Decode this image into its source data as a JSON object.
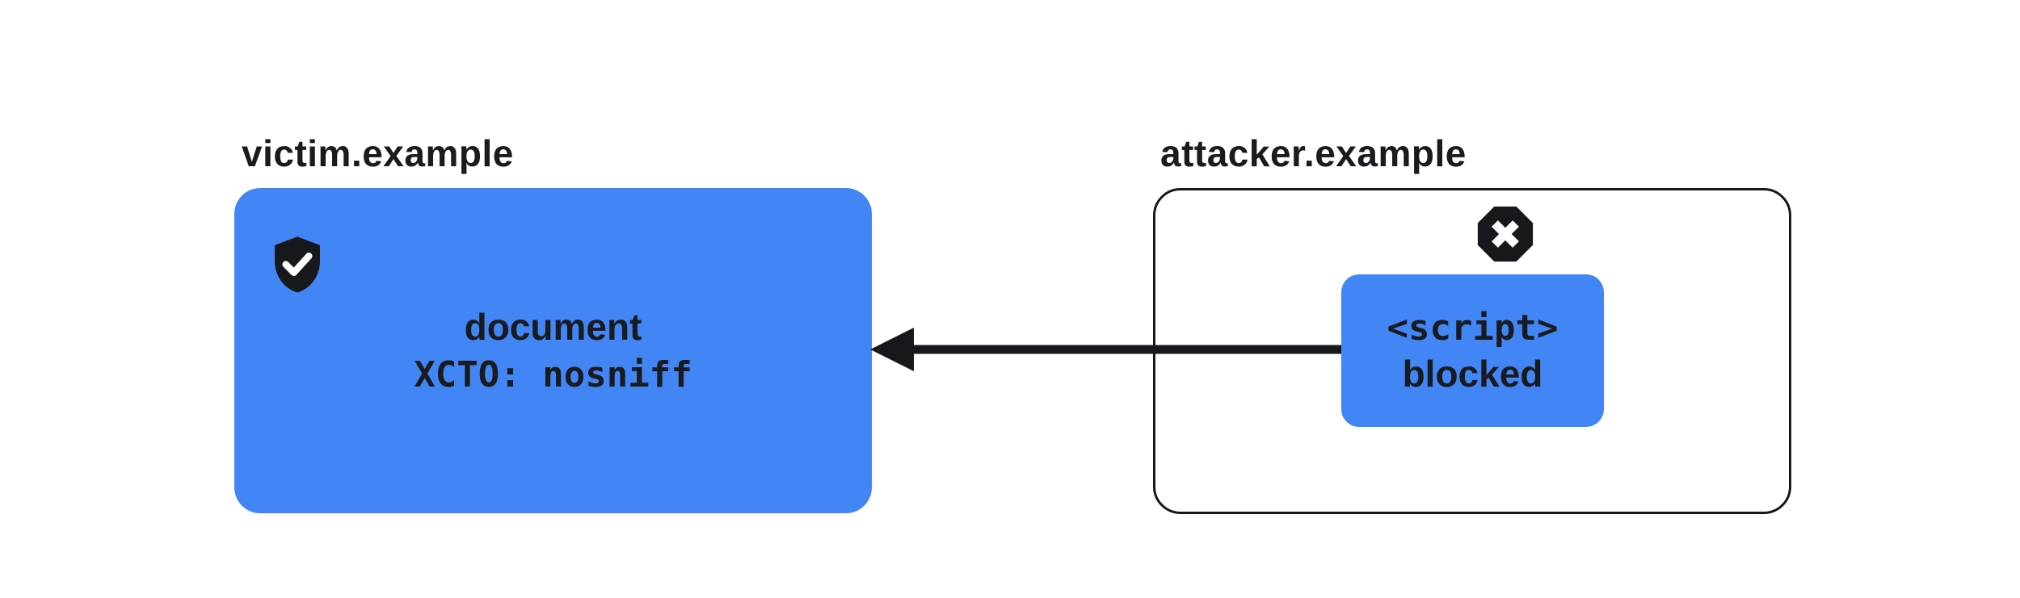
{
  "diagram": {
    "title_context": "XCTO nosniff blocks cross-origin script inclusion",
    "victim": {
      "label": "victim.example",
      "box": {
        "line1": "document",
        "line2": "XCTO: nosniff"
      },
      "icon": "shield-check"
    },
    "attacker": {
      "label": "attacker.example",
      "icon": "octagon-x",
      "script_box": {
        "line1": "<script>",
        "line2": "blocked"
      }
    },
    "arrow": {
      "direction": "right-to-left",
      "from": "attacker script box",
      "to": "victim document"
    },
    "colors": {
      "accent_blue": "#4285F4",
      "ink": "#1A1B1E",
      "background": "#FFFFFF"
    }
  }
}
